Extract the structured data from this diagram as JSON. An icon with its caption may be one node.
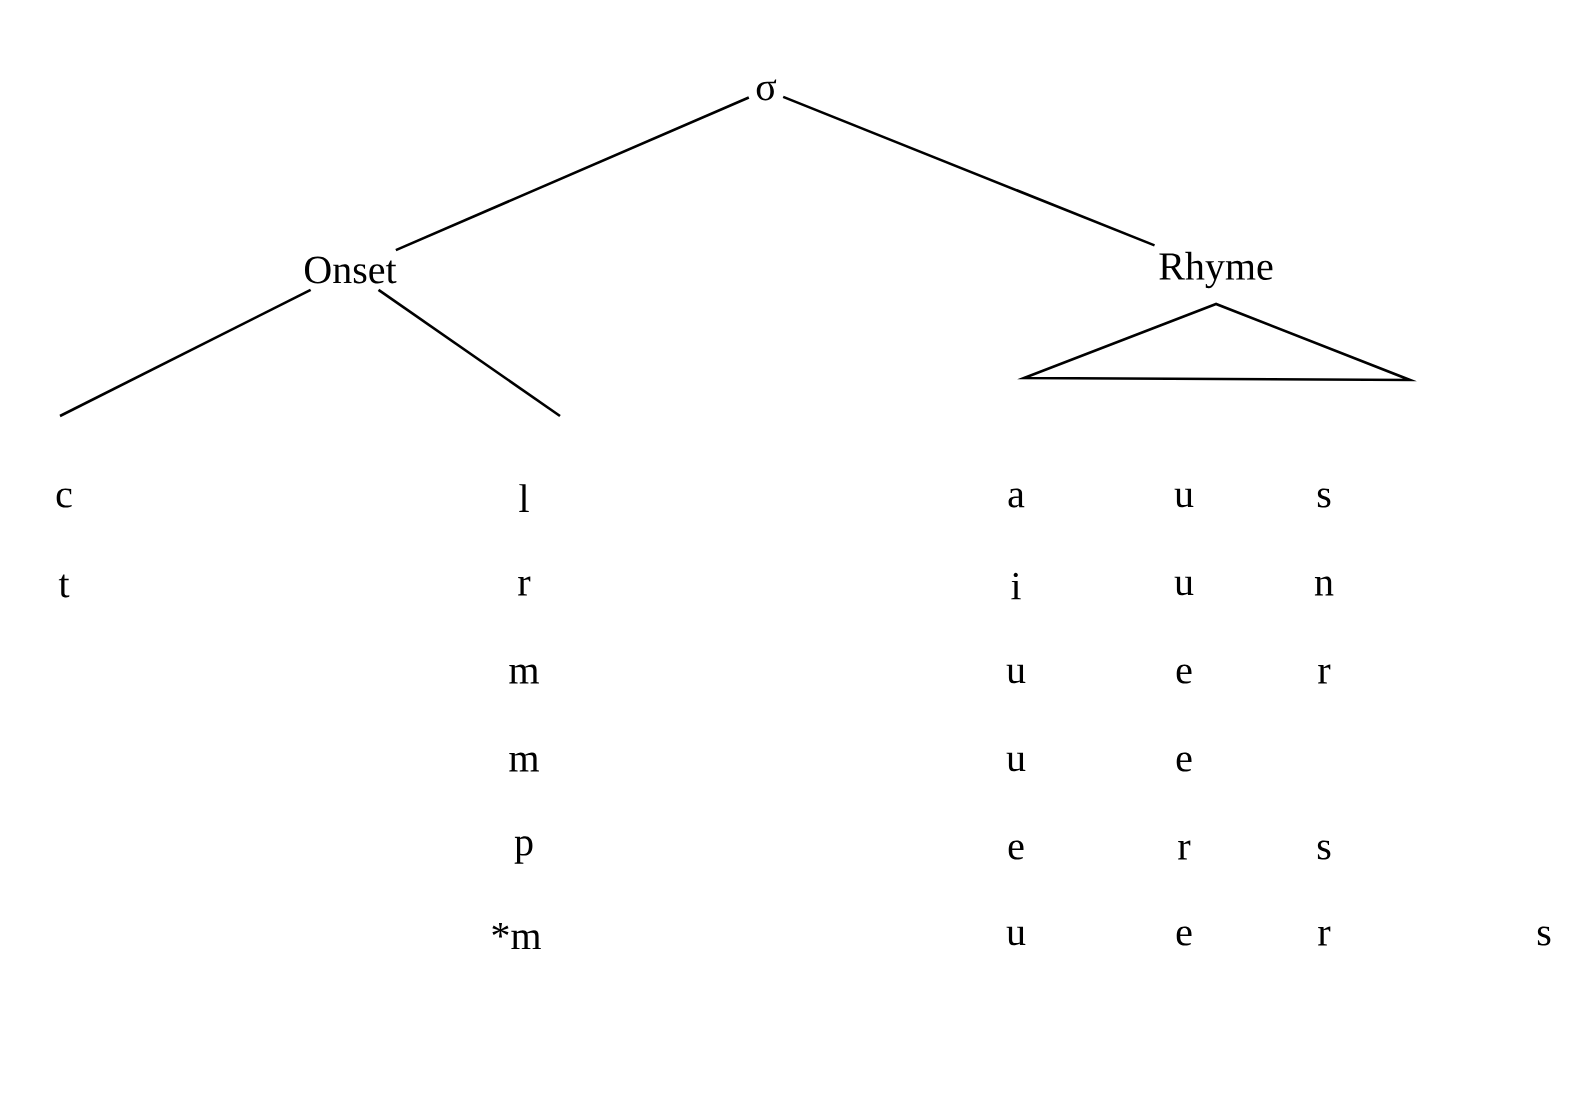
{
  "diagram": {
    "nodes": [
      {
        "text": [
          "σ"
        ]
      },
      {
        "text": [
          "Onset"
        ]
      },
      {
        "text": [
          "Rhyme"
        ]
      },
      {
        "text": [],
        "shape": "triangle"
      }
    ],
    "edges": [
      {
        "from": 0,
        "to": 1,
        "arrow": "none"
      },
      {
        "from": 0,
        "to": 2,
        "arrow": "none"
      },
      {
        "from": 1,
        "to": null,
        "arrow": "none"
      },
      {
        "from": 1,
        "to": null,
        "arrow": "none"
      }
    ],
    "labels": [
      "c",
      "l",
      "a",
      "u",
      "s",
      "t",
      "r",
      "i",
      "u",
      "n",
      "m",
      "u",
      "e",
      "r",
      "m",
      "u",
      "e",
      "p",
      "e",
      "r",
      "s",
      "*m",
      "u",
      "e",
      "r",
      "s"
    ]
  }
}
